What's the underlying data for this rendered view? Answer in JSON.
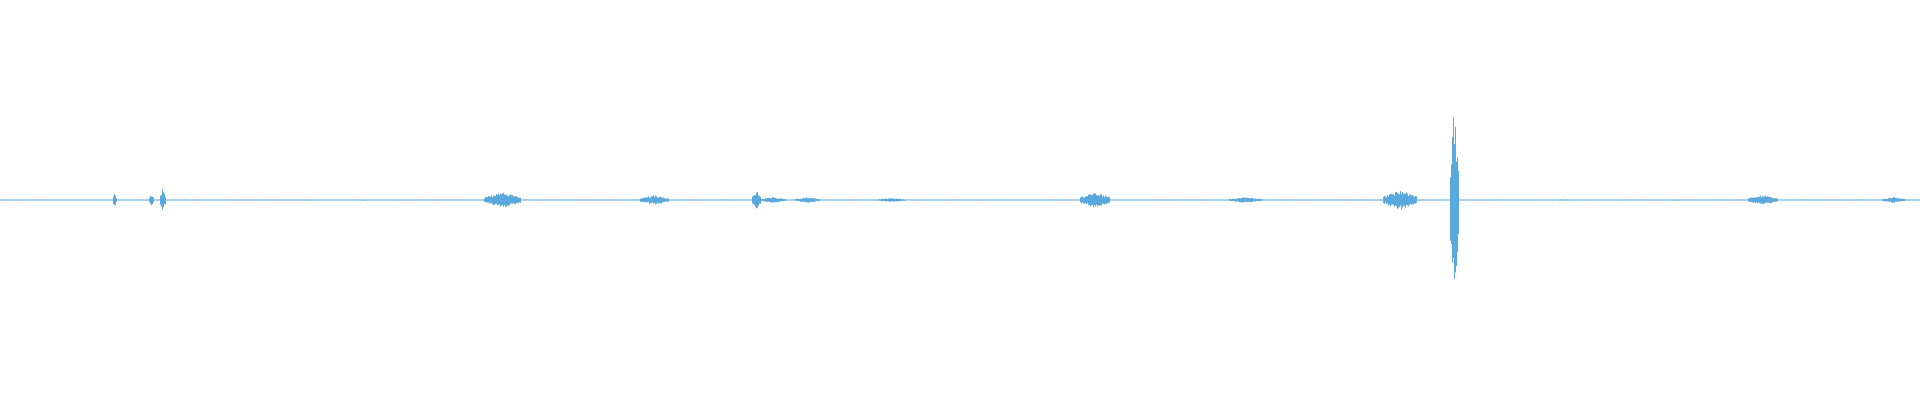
{
  "waveform": {
    "color": "#5aa9de",
    "background": "#ffffff",
    "amplitude_range": [
      -1,
      1
    ],
    "baseline_noise": 0.006,
    "bursts": [
      {
        "start": 0.0585,
        "end": 0.0605,
        "amplitude": 0.07
      },
      {
        "start": 0.0775,
        "end": 0.08,
        "amplitude": 0.06
      },
      {
        "start": 0.083,
        "end": 0.086,
        "amplitude": 0.12
      },
      {
        "start": 0.252,
        "end": 0.271,
        "amplitude": 0.08
      },
      {
        "start": 0.333,
        "end": 0.348,
        "amplitude": 0.05
      },
      {
        "start": 0.3915,
        "end": 0.396,
        "amplitude": 0.1
      },
      {
        "start": 0.396,
        "end": 0.409,
        "amplitude": 0.03
      },
      {
        "start": 0.414,
        "end": 0.427,
        "amplitude": 0.03
      },
      {
        "start": 0.456,
        "end": 0.472,
        "amplitude": 0.02
      },
      {
        "start": 0.562,
        "end": 0.578,
        "amplitude": 0.08
      },
      {
        "start": 0.64,
        "end": 0.657,
        "amplitude": 0.03
      },
      {
        "start": 0.72,
        "end": 0.738,
        "amplitude": 0.1
      },
      {
        "start": 0.755,
        "end": 0.7595,
        "amplitude": 1.0
      },
      {
        "start": 0.91,
        "end": 0.926,
        "amplitude": 0.05
      },
      {
        "start": 0.98,
        "end": 0.992,
        "amplitude": 0.03
      }
    ]
  }
}
